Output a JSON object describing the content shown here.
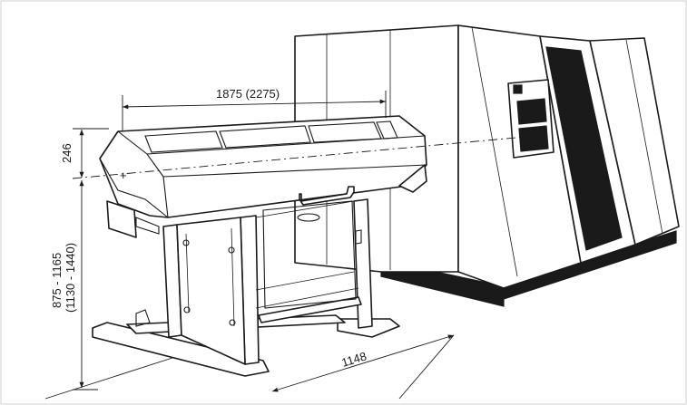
{
  "dimensions": {
    "length": "1875 (2275)",
    "height_top": "246",
    "height_range_line1": "875 - 1165",
    "height_range_line2": "(1130 - 1440)",
    "depth": "1148"
  },
  "colors": {
    "line": "#1a1a1a",
    "background": "#ffffff",
    "frame": "#cfcfcf"
  }
}
